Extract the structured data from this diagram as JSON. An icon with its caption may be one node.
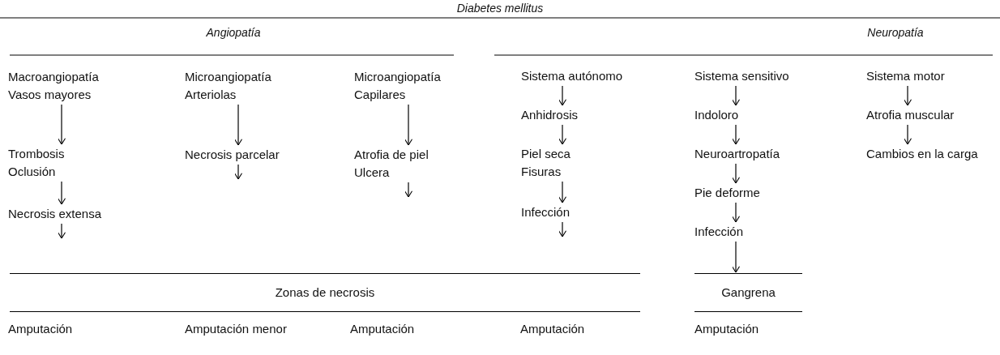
{
  "diagram": {
    "title": "Diabetes mellitus",
    "nodes": [
      {
        "text": [
          "Macroangiopatía",
          "Vasos mayores"
        ]
      },
      {
        "text": [
          "Microangiopatía",
          "Arteriolas"
        ]
      },
      {
        "text": [
          "Microangiopatía",
          "Capilares"
        ]
      },
      {
        "text": [
          "Sistema autónomo"
        ]
      },
      {
        "text": [
          "Sistema sensitivo"
        ]
      },
      {
        "text": [
          "Sistema motor"
        ]
      },
      {
        "text": [
          "Trombosis",
          "Oclusión"
        ]
      },
      {
        "text": [
          "Necrosis parcelar"
        ]
      },
      {
        "text": [
          "Atrofia de piel",
          "Ulcera"
        ]
      },
      {
        "text": [
          "Anhidrosis"
        ]
      },
      {
        "text": [
          "Indoloro"
        ]
      },
      {
        "text": [
          "Atrofia muscular"
        ]
      },
      {
        "text": [
          "Necrosis extensa"
        ]
      },
      {
        "text": [
          "Piel seca",
          "Fisuras"
        ]
      },
      {
        "text": [
          "Neuroartropatía"
        ]
      },
      {
        "text": [
          "Cambios en la carga"
        ]
      },
      {
        "text": [
          "Infección"
        ]
      },
      {
        "text": [
          "Pie deforme"
        ]
      },
      {
        "text": [
          "Infección"
        ]
      },
      {
        "text": [
          "Zonas de necrosis"
        ]
      },
      {
        "text": [
          "Gangrena"
        ]
      }
    ],
    "edges": [
      {
        "from": 0,
        "to": 6,
        "arrow": "to"
      },
      {
        "from": 6,
        "to": 12,
        "arrow": "to"
      },
      {
        "from": 12,
        "to": null,
        "arrow": "to"
      },
      {
        "from": 1,
        "to": 7,
        "arrow": "to"
      },
      {
        "from": 7,
        "to": null,
        "arrow": "to"
      },
      {
        "from": 2,
        "to": 8,
        "arrow": "to"
      },
      {
        "from": 8,
        "to": null,
        "arrow": "to"
      },
      {
        "from": 3,
        "to": 9,
        "arrow": "to"
      },
      {
        "from": 9,
        "to": 13,
        "arrow": "to"
      },
      {
        "from": 13,
        "to": 16,
        "arrow": "to"
      },
      {
        "from": 16,
        "to": null,
        "arrow": "to"
      },
      {
        "from": 4,
        "to": 10,
        "arrow": "to"
      },
      {
        "from": 10,
        "to": 14,
        "arrow": "to"
      },
      {
        "from": 14,
        "to": 17,
        "arrow": "to"
      },
      {
        "from": 17,
        "to": 18,
        "arrow": "to"
      },
      {
        "from": 18,
        "to": 20,
        "arrow": "to"
      },
      {
        "from": 5,
        "to": 11,
        "arrow": "to"
      },
      {
        "from": 11,
        "to": 15,
        "arrow": "to"
      }
    ],
    "labels": [
      "Angiopatía",
      "Neuropatía",
      "Amputación",
      "Amputación menor",
      "Amputación",
      "Amputación",
      "Amputación"
    ]
  }
}
